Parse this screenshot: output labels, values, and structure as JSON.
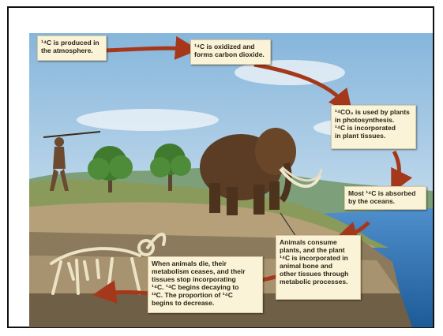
{
  "captions": {
    "produced": "¹⁴C is produced in\nthe atmosphere.",
    "oxidized": "¹⁴C is oxidized and\nforms carbon dioxide.",
    "plants": "¹⁴CO₂ is used by plants\nin photosynthesis.\n¹⁴C is incorporated\nin plant tissues.",
    "oceans": "Most ¹⁴C is absorbed\nby the oceans.",
    "animals": "Animals consume\nplants, and the plant\n¹⁴C is incorporated in\nanimal bone and\nother tissues through\nmetabolic processes.",
    "decay": "When animals die, their\nmetabolism ceases, and their\ntissues stop incorporating\n¹⁴C. ¹⁴C begins decaying to\n¹²C. The proportion of ¹⁴C\nbegins to decrease."
  },
  "colors": {
    "arrow": "#a5381b",
    "box_fill": "#fbf3d7",
    "sky_top": "#86b6dc",
    "sky_bottom": "#e3eef5",
    "ocean": "#2c73b4"
  }
}
